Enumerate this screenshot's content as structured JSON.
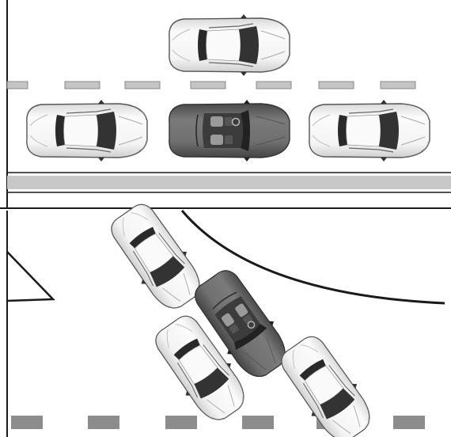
{
  "figure": {
    "panels": [
      {
        "id": "top",
        "scene": "parallel-parking-straight",
        "cars": [
          {
            "id": "car-oncoming-lane",
            "color": "white"
          },
          {
            "id": "car-parked-rear",
            "color": "white"
          },
          {
            "id": "car-subject",
            "color": "dark",
            "convertible": true
          },
          {
            "id": "car-parked-front",
            "color": "white"
          }
        ]
      },
      {
        "id": "bottom",
        "scene": "angled-parking",
        "cars": [
          {
            "id": "car-parked-upper-left",
            "color": "white"
          },
          {
            "id": "car-subject-angled",
            "color": "dark",
            "convertible": true
          },
          {
            "id": "car-parked-lower-left",
            "color": "white"
          },
          {
            "id": "car-parked-lower-right",
            "color": "white"
          }
        ]
      }
    ],
    "colors": {
      "background": "#ffffff",
      "line": "#1a1a1a",
      "dash_top": "#c4c4c4",
      "dash_bottom": "#8c8c8c",
      "curb": "#c8c8c8",
      "car_white": "#f1f1f1",
      "car_dark": "#6e6e6e",
      "glass": "#2a2a2a"
    }
  }
}
